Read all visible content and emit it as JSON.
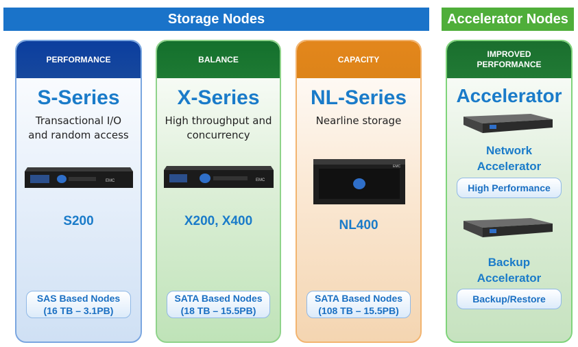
{
  "banners": {
    "storage": "Storage Nodes",
    "accelerator": "Accelerator Nodes"
  },
  "columns": {
    "s": {
      "tier": "PERFORMANCE",
      "series": "S-Series",
      "desc1": "Transactional I/O",
      "desc2": "and random access",
      "model": "S200",
      "pill1": "SAS Based Nodes",
      "pill2": "(16 TB – 3.1PB)"
    },
    "x": {
      "tier": "BALANCE",
      "series": "X-Series",
      "desc1": "High throughput and",
      "desc2": "concurrency",
      "model": "X200, X400",
      "pill1": "SATA Based Nodes",
      "pill2": "(18 TB – 15.5PB)"
    },
    "nl": {
      "tier": "CAPACITY",
      "series": "NL-Series",
      "desc1": "Nearline storage",
      "model": "NL400",
      "pill1": "SATA Based Nodes",
      "pill2": "(108 TB – 15.5PB)"
    },
    "a": {
      "tier1": "IMPROVED",
      "tier2": "PERFORMANCE",
      "series": "Accelerator",
      "net1": "Network",
      "net2": "Accelerator",
      "net_pill": "High Performance",
      "bak1": "Backup",
      "bak2": "Accelerator",
      "bak_pill": "Backup/Restore"
    }
  },
  "device_brand": "EMC"
}
